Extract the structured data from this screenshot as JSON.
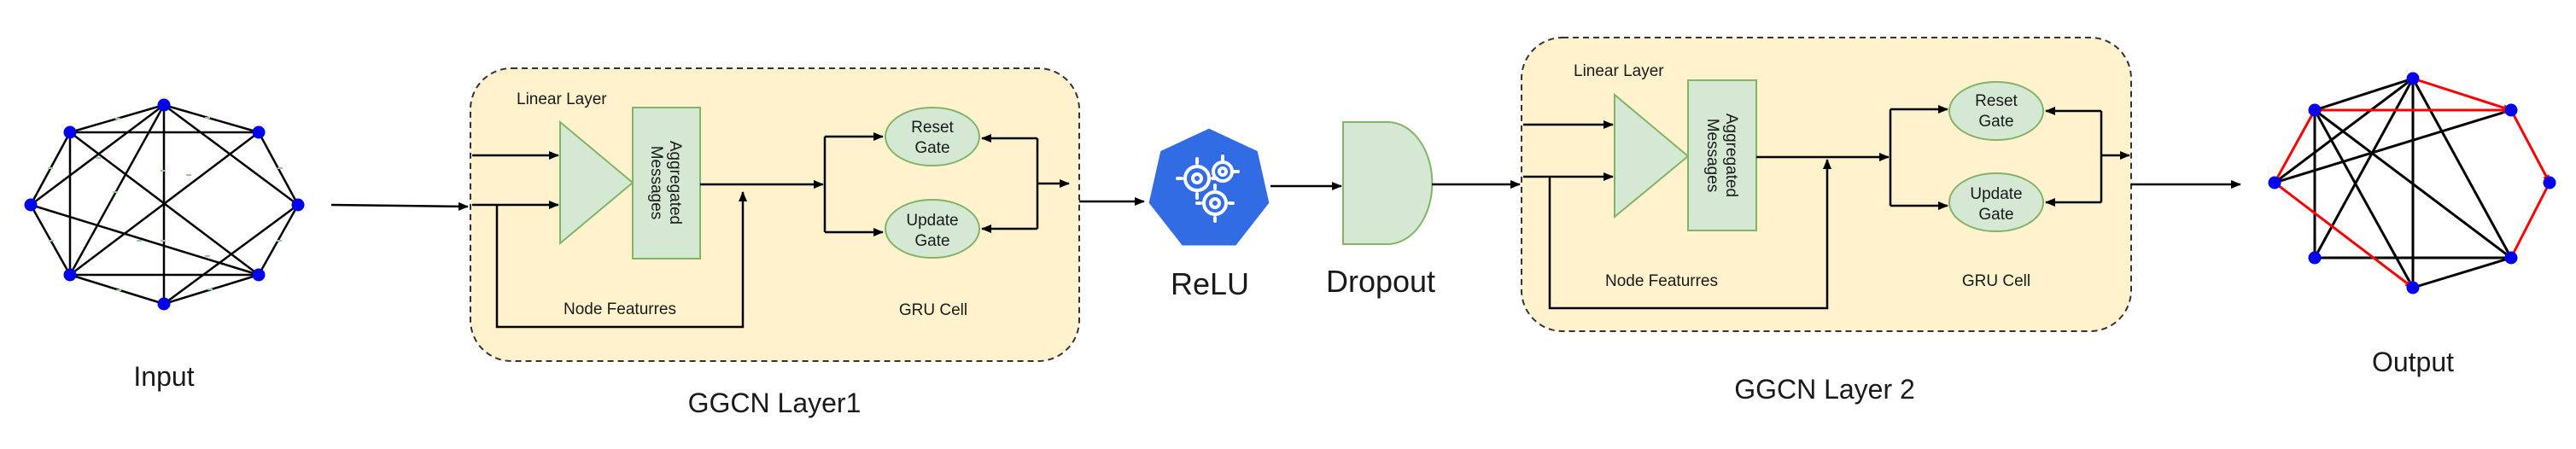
{
  "diagram": {
    "input_label": "Input",
    "output_label": "Output",
    "relu_label": "ReLU",
    "dropout_label": "Dropout",
    "layer1": {
      "title": "GGCN Layer1",
      "linear_label": "Linear Layer",
      "aggregated_line1": "Aggregated",
      "aggregated_line2": "Messages",
      "node_features": "Node Featurres",
      "gru_label": "GRU Cell",
      "reset_line1": "Reset",
      "reset_line2": "Gate",
      "update_line1": "Update",
      "update_line2": "Gate"
    },
    "layer2": {
      "title": "GGCN Layer 2",
      "linear_label": "Linear Layer",
      "aggregated_line1": "Aggregated",
      "aggregated_line2": "Messages",
      "node_features": "Node Featurres",
      "gru_label": "GRU Cell",
      "reset_line1": "Reset",
      "reset_line2": "Gate",
      "update_line1": "Update",
      "update_line2": "Gate"
    },
    "colors": {
      "box_fill": "#fff2cc",
      "component_fill": "#d5e8d4",
      "component_stroke": "#82b366",
      "node_blue": "#0000ff",
      "edge_red": "#ff0000",
      "relu_blue": "#326ce5"
    }
  }
}
